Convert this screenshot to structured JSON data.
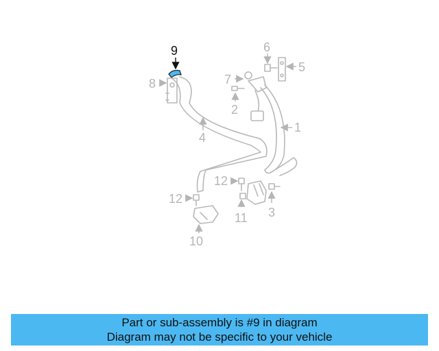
{
  "diagram": {
    "highlight_color": "#4cb8f2",
    "callouts": {
      "c9": "9",
      "c8": "8",
      "c7": "7",
      "c6": "6",
      "c5": "5",
      "c2": "2",
      "c1": "1",
      "c4": "4",
      "c12a": "12",
      "c12b": "12",
      "c11": "11",
      "c3": "3",
      "c10": "10"
    }
  },
  "banner": {
    "line1": "Part or sub-assembly is #9 in diagram",
    "line2": "Diagram may not be specific to your vehicle",
    "color": "#4cb8f2"
  }
}
